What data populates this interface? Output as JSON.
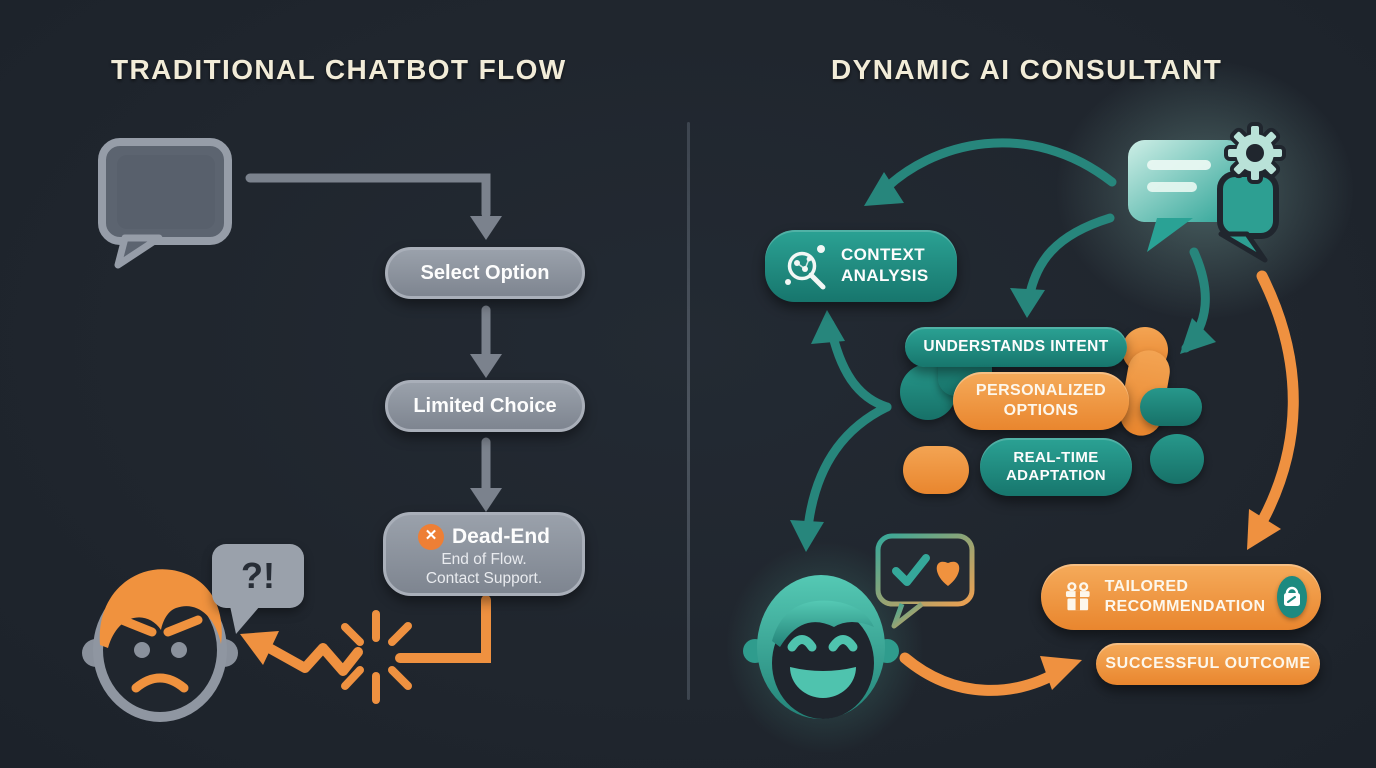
{
  "left": {
    "title": "TRADITIONAL CHATBOT FLOW",
    "select_option": "Select Option",
    "limited_choice": "Limited Choice",
    "dead_end_title": "Dead-End",
    "dead_end_line1": "End of Flow.",
    "dead_end_line2": "Contact Support.",
    "confusion_bubble": "?!"
  },
  "right": {
    "title": "DYNAMIC AI CONSULTANT",
    "context_line1": "CONTEXT",
    "context_line2": "ANALYSIS",
    "understands_intent": "UNDERSTANDS INTENT",
    "personalized_line1": "PERSONALIZED",
    "personalized_line2": "OPTIONS",
    "realtime_line1": "REAL-TIME",
    "realtime_line2": "ADAPTATION",
    "tailored_line1": "TAILORED",
    "tailored_line2": "RECOMMENDATION",
    "successful_outcome": "SUCCESSFUL OUTCOME"
  },
  "icons": {
    "left_start": "speech-bubble-icon",
    "dead_end_badge": "x-circle-icon",
    "frustrated_user": "angry-face-icon",
    "confusion": "interrobang-bubble-icon",
    "crash": "starburst-crash-icon",
    "ai_engine": "chat-gear-icon",
    "context_analysis": "magnifier-analysis-icon",
    "happy_user": "happy-face-icon",
    "feedback": "check-heart-bubble-icon",
    "tailored_gift": "gift-icon",
    "shopping_badge": "shopping-bag-icon"
  },
  "colors": {
    "background": "#20262e",
    "teal": "#1e8a80",
    "teal_light": "#4fc3ae",
    "orange": "#ef9140",
    "gray": "#868e99",
    "cream": "#f2ecd8",
    "divider": "#4c545e"
  }
}
